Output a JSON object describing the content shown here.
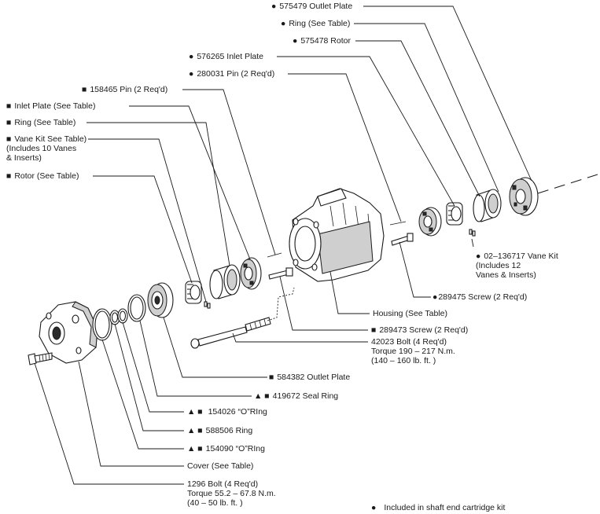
{
  "markers": {
    "circle": "●",
    "square": "■",
    "triangle": "▲"
  },
  "labels": {
    "outlet_plate_575479": {
      "mark": "●",
      "text": "575479 Outlet Plate"
    },
    "ring_see_table_kit": {
      "mark": "●",
      "text": "Ring (See Table)"
    },
    "rotor_575478": {
      "mark": "●",
      "text": "575478 Rotor"
    },
    "inlet_plate_576265": {
      "mark": "●",
      "text": "576265 Inlet Plate"
    },
    "pin_280031": {
      "mark": "●",
      "text": "280031 Pin (2 Req'd)"
    },
    "pin_158465": {
      "mark": "■",
      "text": "158465 Pin (2 Req'd)"
    },
    "inlet_plate_see_table": {
      "mark": "■",
      "text": "Inlet Plate (See Table)"
    },
    "ring_see_table": {
      "mark": "■",
      "text": "Ring (See Table)"
    },
    "vane_kit_see_table": {
      "mark": "■",
      "text": "Vane Kit See Table)\n(Includes 10 Vanes\n& Inserts)"
    },
    "rotor_see_table": {
      "mark": "■",
      "text": "Rotor (See Table)"
    },
    "vane_kit_02_136717": {
      "mark": "●",
      "text": "02–136717 Vane Kit\n(Includes 12\nVanes & Inserts)"
    },
    "screw_289475": {
      "mark": "●",
      "text": "289475 Screw (2 Req'd)"
    },
    "housing": {
      "mark": "",
      "text": "Housing (See Table)"
    },
    "screw_289473": {
      "mark": "■",
      "text": "289473 Screw (2 Req'd)"
    },
    "bolt_42023": {
      "mark": "",
      "text": "42023 Bolt (4 Req'd)\nTorque 190 – 217 N.m.\n(140 – 160 lb. ft. )"
    },
    "outlet_plate_584382": {
      "mark": "■",
      "text": "584382 Outlet Plate"
    },
    "seal_ring_419672": {
      "mark": "▲ ■",
      "text": "419672 Seal Ring"
    },
    "oring_154026": {
      "mark": "▲ ■",
      "text": "   154026 “O”RIng"
    },
    "ring_588506": {
      "mark": "▲ ■",
      "text": "588506 Ring"
    },
    "oring_154090": {
      "mark": "▲ ■",
      "text": "154090 “O”RIng"
    },
    "cover": {
      "mark": "",
      "text": "Cover (See Table)"
    },
    "bolt_1296": {
      "mark": "",
      "text": "1296 Bolt (4 Req'd)\nTorque 55.2 – 67.8 N.m.\n(40 – 50 lb. ft. )"
    }
  },
  "legend": {
    "mark": "●",
    "text": "Included in shaft end cartridge kit"
  }
}
